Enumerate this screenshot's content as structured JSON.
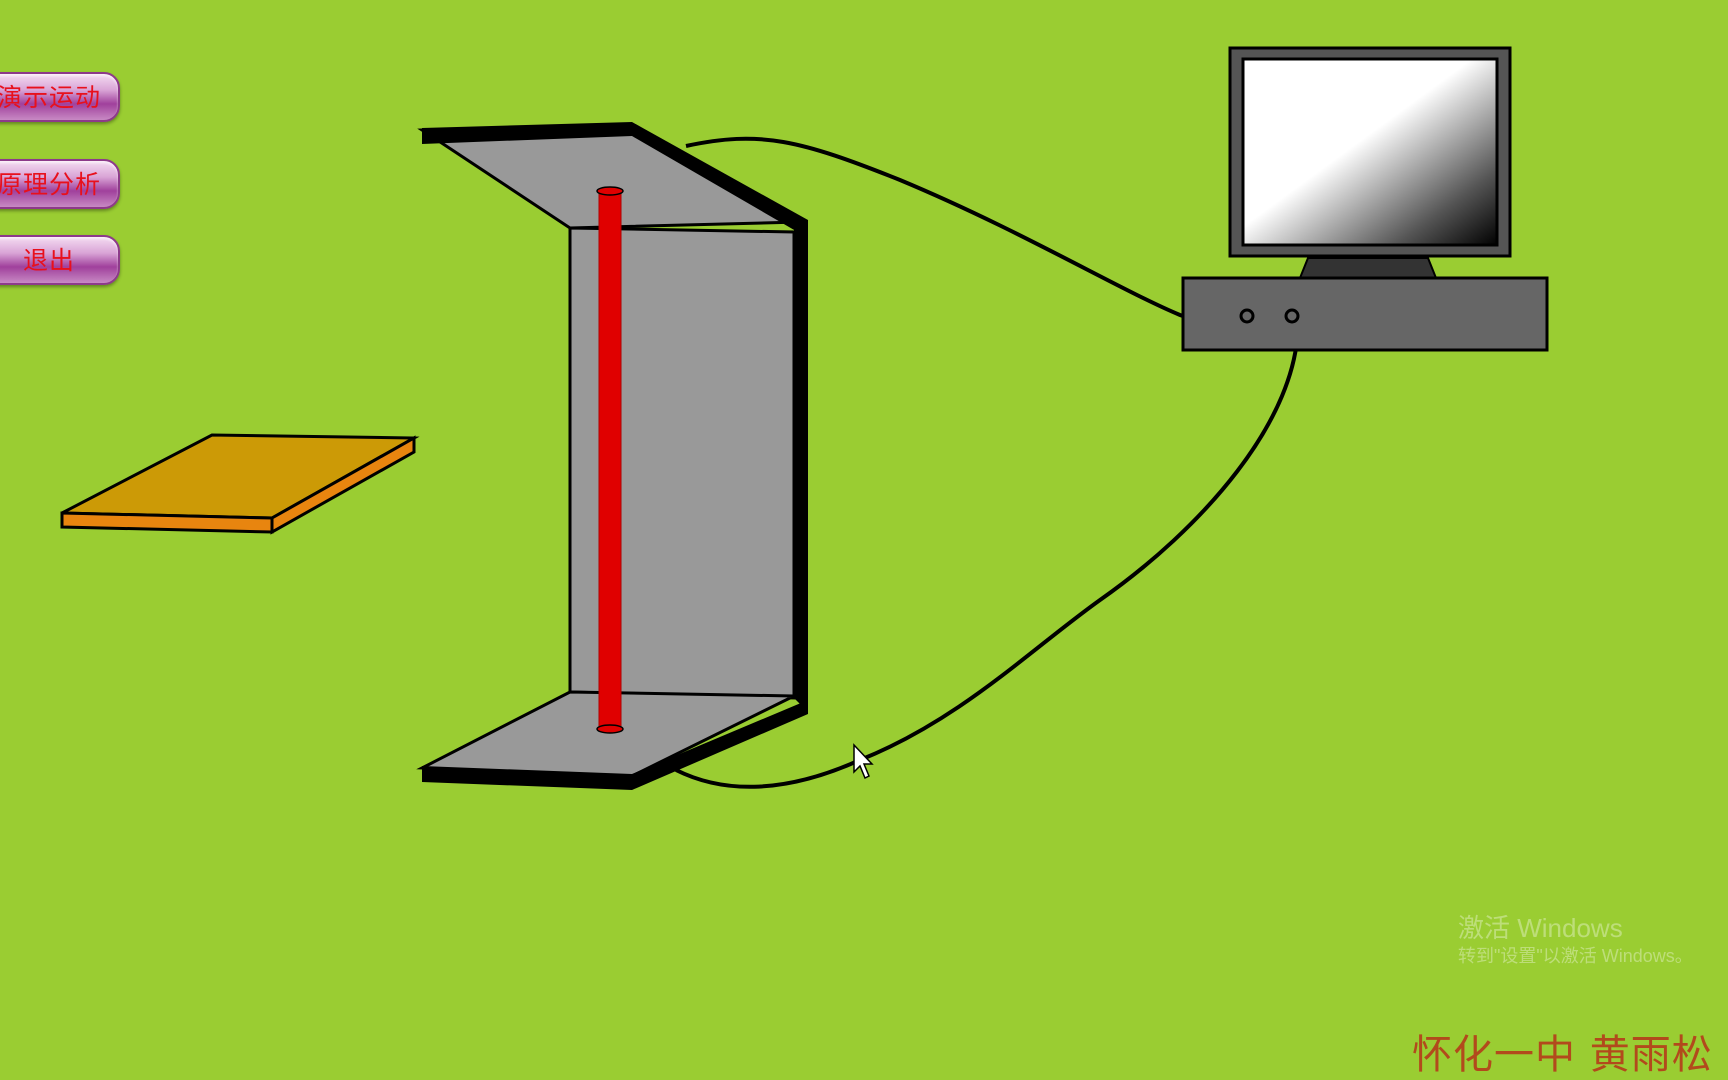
{
  "menu": {
    "demo_label": "演示运动",
    "principle_label": "原理分析",
    "exit_label": "退出"
  },
  "scene": {
    "plate_color": "#cc9a06",
    "magnet_color": "#999999",
    "rod_color": "#e00000",
    "background_color": "#9acd32",
    "icons": [
      "mouse-cursor-icon"
    ]
  },
  "watermark": {
    "line1": "激活 Windows",
    "line2": "转到\"设置\"以激活 Windows。"
  },
  "credit": {
    "text": "怀化一中 黄雨松"
  }
}
